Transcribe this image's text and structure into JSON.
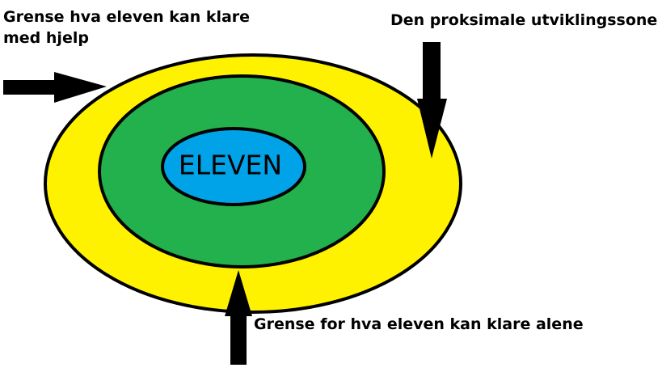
{
  "labels": {
    "outer_line1": "Grense hva eleven kan klare",
    "outer_line2": "med hjelp",
    "zpd": "Den proksimale utviklingssone",
    "inner": "Grense for hva eleven kan klare alene",
    "center": "ELEVEN"
  },
  "colors": {
    "outer_ring": "#FFF200",
    "middle_ring": "#22B14C",
    "center": "#00A2E8",
    "outline": "#000000",
    "arrows": "#000000",
    "background": "#FFFFFF"
  }
}
